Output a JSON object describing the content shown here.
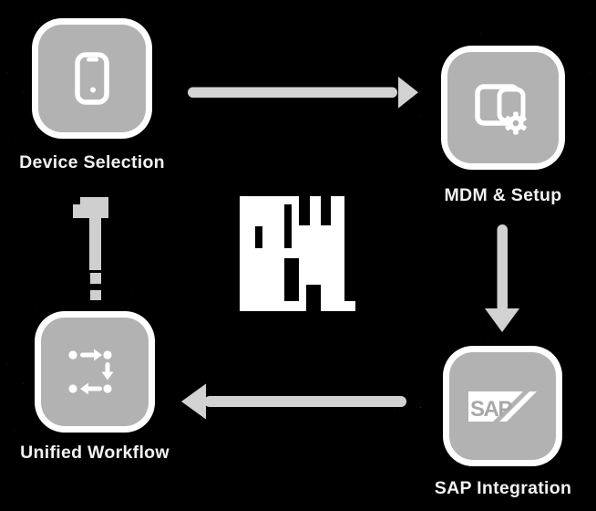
{
  "diagram": {
    "background": "#000000",
    "node_fill": "#b2b2b2",
    "node_border": "#ffffff",
    "icon_color": "#ffffff",
    "arrow_color": "#d2d2d2",
    "label_color": "#f2f2f2",
    "halo_style": "dithered-white-noise-glow"
  },
  "nodes": [
    {
      "label": "Device Selection",
      "icon": "smartphone-icon",
      "position": "top-left"
    },
    {
      "label": "MDM & Setup",
      "icon": "device-management-gear-icon",
      "position": "top-right"
    },
    {
      "label": "SAP Integration",
      "icon": "sap-logo",
      "position": "bottom-right"
    },
    {
      "label": "Unified Workflow",
      "icon": "workflow-arrows-icon",
      "position": "bottom-left"
    }
  ],
  "arrows": [
    {
      "name": "device-to-mdm",
      "direction": "right",
      "style": "solid"
    },
    {
      "name": "mdm-to-sap",
      "direction": "down",
      "style": "solid"
    },
    {
      "name": "sap-to-workflow",
      "direction": "left",
      "style": "solid"
    },
    {
      "name": "workflow-to-device",
      "direction": "up",
      "style": "dashed-pixelated"
    }
  ],
  "center_logo": {
    "name": "pixelated-logo-mark",
    "color": "#ffffff"
  },
  "sap_logo": {
    "text": "SAP"
  }
}
